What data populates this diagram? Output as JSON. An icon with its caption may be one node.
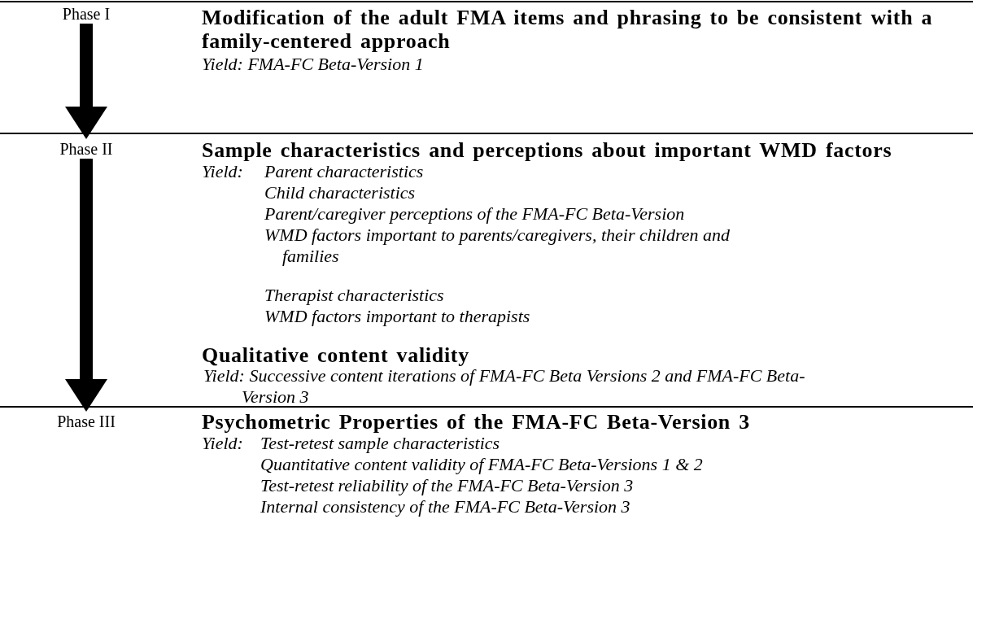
{
  "diagram": {
    "nodes": [
      {
        "text": [
          "Phase I"
        ]
      },
      {
        "text": [
          "Phase II"
        ]
      },
      {
        "text": [
          "Phase III"
        ]
      }
    ],
    "edges": [
      {
        "from": 0,
        "to": 1,
        "arrow": "to"
      },
      {
        "from": 1,
        "to": 2,
        "arrow": "to"
      }
    ],
    "labels": [
      "Modification of the adult FMA items and phrasing to be consistent with a family-centered approach",
      "Yield:  FMA-FC Beta-Version 1",
      "Sample characteristics and perceptions about important WMD factors",
      "Yield:",
      "Parent characteristics",
      "Child characteristics",
      "Parent/caregiver perceptions of the FMA-FC Beta-Version",
      "WMD factors important to parents/caregivers, their children and families",
      "Therapist characteristics",
      "WMD factors important to therapists",
      "Qualitative content validity",
      "Yield: Successive content iterations of FMA-FC Beta Versions 2 and FMA-FC Beta-Version 3",
      "Psychometric Properties of the FMA-FC Beta-Version 3",
      "Yield:",
      "Test-retest sample characteristics",
      "Quantitative content validity of FMA-FC Beta-Versions 1 & 2",
      "Test-retest reliability of the FMA-FC Beta-Version 3",
      "Internal consistency of the FMA-FC Beta-Version 3"
    ]
  }
}
